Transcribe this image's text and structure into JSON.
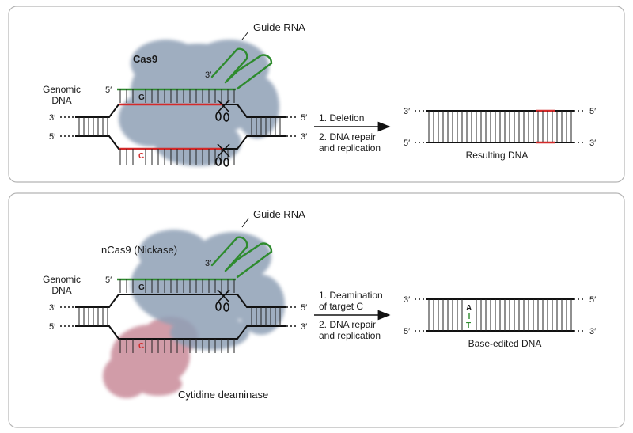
{
  "colors": {
    "guide_rna": "#2e8b2e",
    "cut_highlight": "#d42a2a",
    "protein": "#8fa0b6",
    "deaminase": "#c98b9a",
    "strand": "#111111",
    "panel_border": "#b5b5b5"
  },
  "top_panel": {
    "guide_rna_label": "Guide RNA",
    "protein_label": "Cas9",
    "genomic_label_line1": "Genomic",
    "genomic_label_line2": "DNA",
    "rna_3prime": "3′",
    "left_top_5prime": "5′",
    "left_mid_3prime": "3′",
    "left_bot_5prime": "5′",
    "right_top_5prime": "5′",
    "right_bot_3prime": "3′",
    "base_top": "G",
    "base_bottom": "C",
    "step1": "1. Deletion",
    "step2_line1": "2. DNA repair",
    "step2_line2": "and replication",
    "result_3prime_left": "3′",
    "result_5prime_left": "5′",
    "result_5prime_right": "5′",
    "result_3prime_right": "3′",
    "result_label": "Resulting DNA",
    "scissors_icon": "scissors-icon"
  },
  "bottom_panel": {
    "guide_rna_label": "Guide RNA",
    "protein_label": "nCas9 (Nickase)",
    "genomic_label_line1": "Genomic",
    "genomic_label_line2": "DNA",
    "rna_3prime": "3′",
    "left_top_5prime": "5′",
    "left_mid_3prime": "3′",
    "left_bot_5prime": "5′",
    "right_top_5prime": "5′",
    "right_bot_3prime": "3′",
    "base_top": "G",
    "base_bottom": "C",
    "step1_line1": "1. Deamination",
    "step1_line2": "of target C",
    "step2_line1": "2. DNA repair",
    "step2_line2": "and replication",
    "result_3prime_left": "3′",
    "result_5prime_left": "5′",
    "result_5prime_right": "5′",
    "result_3prime_right": "3′",
    "edited_base_top": "A",
    "edited_base_bottom": "T",
    "result_label": "Base-edited DNA",
    "enzyme_label": "Cytidine deaminase",
    "scissors_icon": "scissors-icon"
  }
}
